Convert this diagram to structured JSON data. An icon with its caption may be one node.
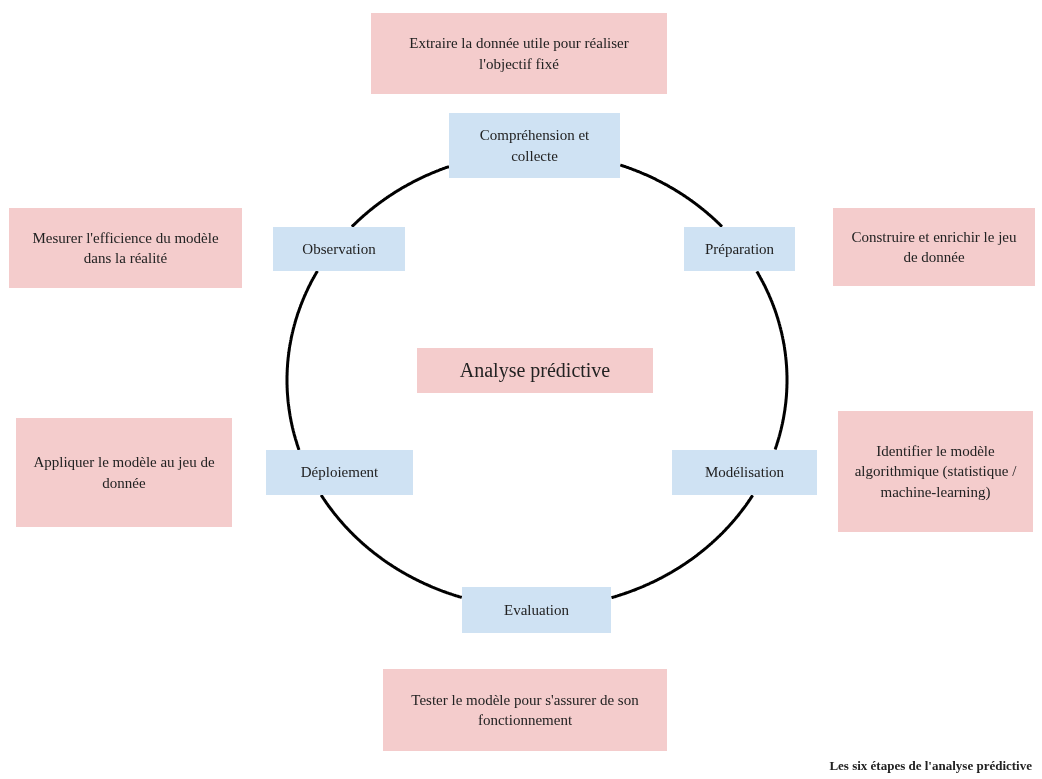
{
  "diagram": {
    "caption": "Les six étapes de l'analyse prédictive",
    "nodes": [
      {
        "text": [
          "Extraire la donnée utile pour réaliser l'objectif fixé"
        ]
      },
      {
        "text": [
          "Compréhension et collecte"
        ]
      },
      {
        "text": [
          "Mesurer l'efficience du modèle dans la réalité"
        ]
      },
      {
        "text": [
          "Observation"
        ]
      },
      {
        "text": [
          "Préparation"
        ]
      },
      {
        "text": [
          "Construire et enrichir le jeu de donnée"
        ]
      },
      {
        "text": [
          "Analyse prédictive"
        ]
      },
      {
        "text": [
          "Appliquer le modèle au jeu de donnée"
        ]
      },
      {
        "text": [
          "Déploiement"
        ]
      },
      {
        "text": [
          "Modélisation"
        ]
      },
      {
        "text": [
          "Identifier le modèle algorithmique (statistique / machine-learning)"
        ]
      },
      {
        "text": [
          "Evaluation"
        ]
      },
      {
        "text": [
          "Tester le modèle pour s'assurer de son fonctionnement"
        ]
      }
    ],
    "edges": [
      {
        "from": 1,
        "to": 4,
        "arrow": "none"
      },
      {
        "from": 4,
        "to": 9,
        "arrow": "none"
      },
      {
        "from": 9,
        "to": 11,
        "arrow": "none"
      },
      {
        "from": 11,
        "to": 8,
        "arrow": "none"
      },
      {
        "from": 8,
        "to": 3,
        "arrow": "none"
      },
      {
        "from": 3,
        "to": 1,
        "arrow": "none"
      }
    ]
  }
}
